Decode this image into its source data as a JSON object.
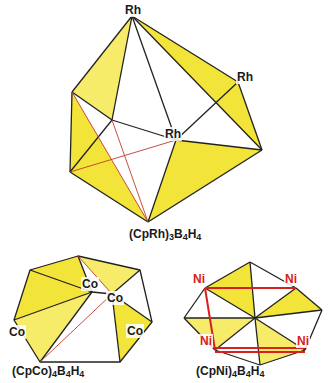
{
  "diagram": {
    "labels": [
      "Rh",
      "Rh",
      "Rh",
      "(CpRh)3B4H4",
      "Co",
      "Co",
      "Co",
      "Co",
      "(CpCo)4B4H4",
      "Ni",
      "Ni",
      "Ni",
      "Ni",
      "(CpNi)4B4H4"
    ]
  }
}
